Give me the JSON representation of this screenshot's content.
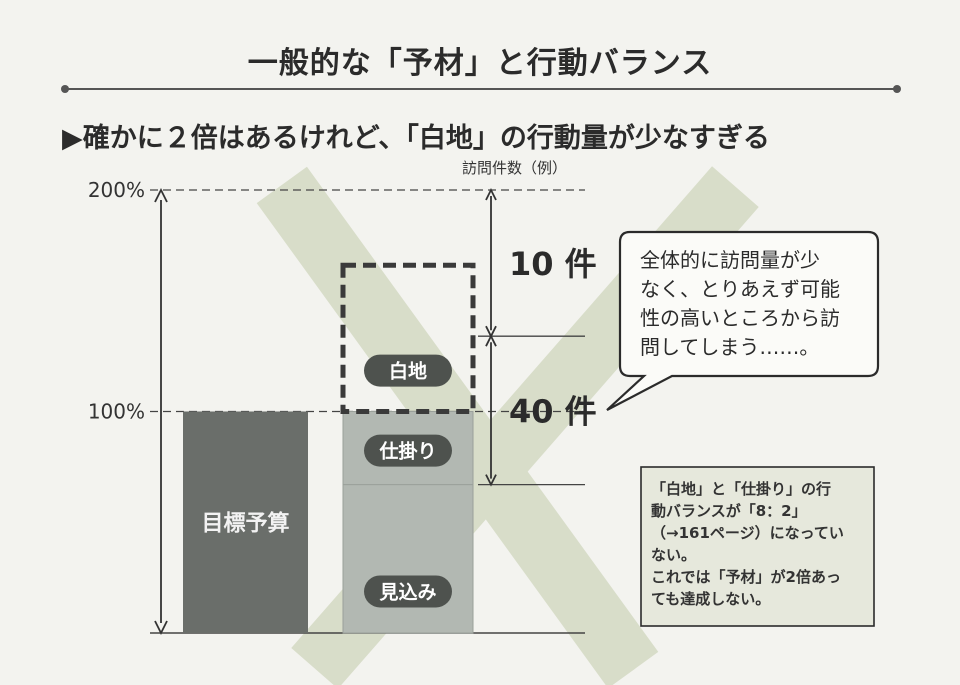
{
  "header": {
    "title": "一般的な「予材」と行動バランス",
    "subtitle": "▶確かに２倍はあるけれど、「白地」の行動量が少なすぎる",
    "axis_caption": "訪問件数（例）"
  },
  "callout": {
    "lines": [
      "全体的に訪問量が少",
      "なく、とりあえず可能",
      "性の高いところから訪",
      "問してしまう……。"
    ]
  },
  "note": {
    "lines": [
      "「白地」と「仕掛り」の行",
      "動バランスが「8：2」",
      "（→161ページ）になってい",
      "ない。",
      "これでは「予材」が2倍あっ",
      "ても達成しない。"
    ]
  },
  "colors": {
    "target_bar": "#6a6e6a",
    "stack_bar": "#b2b8b2",
    "pill": "#4e524e",
    "cross": "#d8ddc9",
    "dashed_box": "#3a3a3a"
  },
  "chart_data": {
    "type": "bar",
    "ylim": [
      0,
      200
    ],
    "yticks": [
      "100%",
      "200%"
    ],
    "tick_values": [
      100,
      200
    ],
    "bars": [
      {
        "label": "目標予算",
        "value": 100
      },
      {
        "segments": [
          {
            "label": "見込み",
            "value": 67
          },
          {
            "label": "仕掛り",
            "value": 33
          },
          {
            "label": "白地",
            "value": 66,
            "style": "dashed"
          }
        ]
      }
    ],
    "annotations": [
      {
        "text": "10 件",
        "from": 134,
        "to": 200
      },
      {
        "text": "40 件",
        "from": 67,
        "to": 134
      }
    ]
  }
}
